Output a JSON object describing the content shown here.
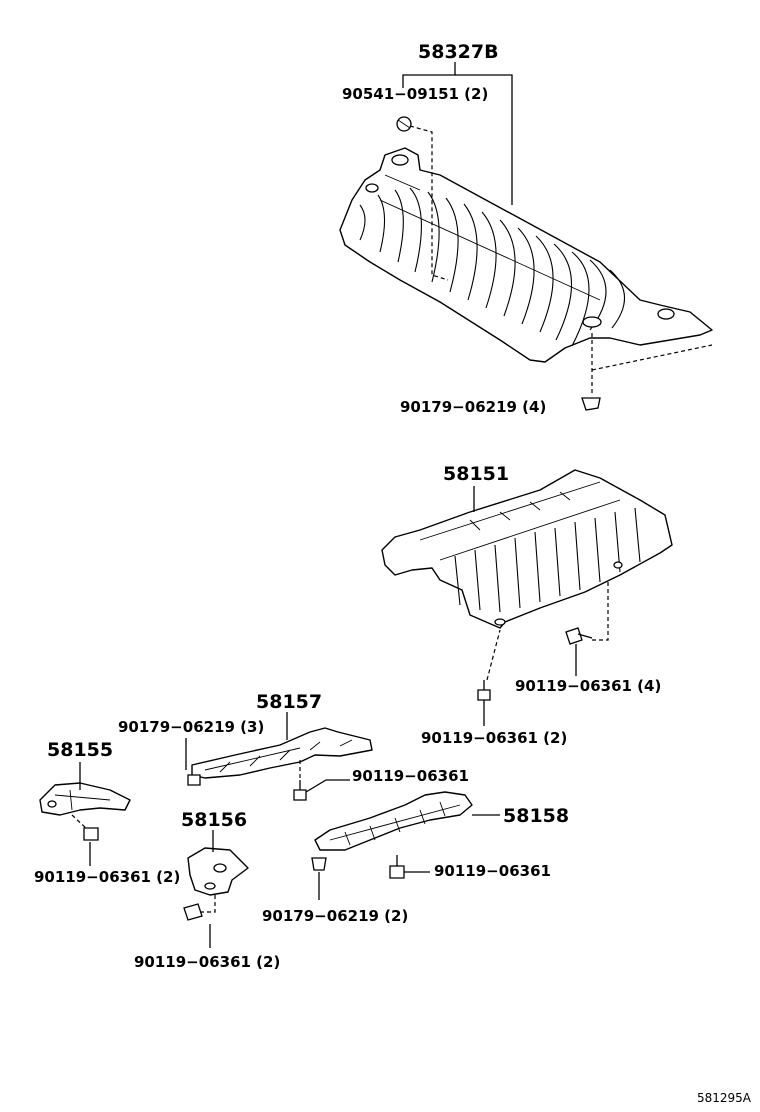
{
  "labels": {
    "p58327b": "58327B",
    "p90541_09151": "90541−09151 (2)",
    "p90179_06219_4": "90179−06219 (4)",
    "p58151": "58151",
    "p90119_06361_4": "90119−06361 (4)",
    "p90119_06361_2_mid": "90119−06361 (2)",
    "p58157": "58157",
    "p90179_06219_3": "90179−06219 (3)",
    "p58155": "58155",
    "p90119_06361_single_a": "90119−06361",
    "p58158": "58158",
    "p58156": "58156",
    "p90119_06361_2_left": "90119−06361 (2)",
    "p90119_06361_single_b": "90119−06361",
    "p90179_06219_2": "90179−06219 (2)",
    "p90119_06361_2_bottom": "90119−06361 (2)",
    "diagram_ref": "581295A"
  }
}
